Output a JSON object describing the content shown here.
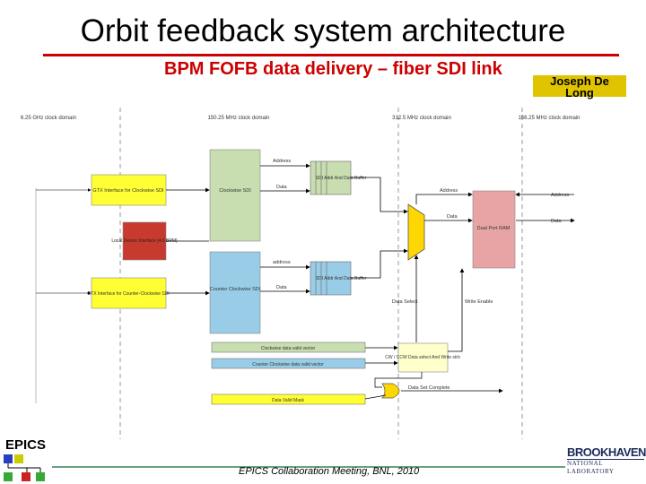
{
  "slide": {
    "title": "Orbit feedback system architecture",
    "subtitle": "BPM FOFB data delivery – fiber SDI link",
    "author_line1": "Joseph De",
    "author_line2": "Long",
    "footer": "EPICS Collaboration Meeting, BNL, 2010",
    "epics_logo": "EPICS",
    "bnl_logo_top": "BROOKHAVEN",
    "bnl_logo_bottom": "NATIONAL LABORATORY",
    "accent_color": "#cc0000",
    "author_box_color": "#e0c400"
  },
  "diagram": {
    "clock_domains": [
      "6.25 GHz clock domain",
      "150.25 MHz clock domain",
      "312.5 MHz clock domain",
      "156.25 MHz clock domain"
    ],
    "blocks": {
      "gtx_cw": "GTX Interface for Clockwise SDI",
      "local_dev": "Local Device Interface (4.6 BPM)",
      "gtx_ccw": "GTX Interface for Counter-Clockwise SDI",
      "cw_sdi": "Clockwise SDI",
      "ccw_sdi": "Counter Clockwise SDI",
      "addr_buf_1": "SDI Addr And Data Buffer",
      "addr_buf_2": "SDI Addr And Data Buffer",
      "dpram": "Dual Port RAM",
      "select": "CW / CCW Data select And Write strb",
      "cw_valid": "Clockwise data valid vector",
      "ccw_valid": "Counter Clockwise data valid vector",
      "valid_mask": "Data Valid Mask"
    },
    "labels": {
      "address_1": "Address",
      "data_1": "Data",
      "address_2": "address",
      "data_2": "Data",
      "mux_address": "Address",
      "mux_data": "Data",
      "data_select": "Data Select",
      "write_enable": "Write Enable",
      "out_address": "Address",
      "out_data": "Data",
      "set_complete": "Data Set Complete"
    }
  }
}
